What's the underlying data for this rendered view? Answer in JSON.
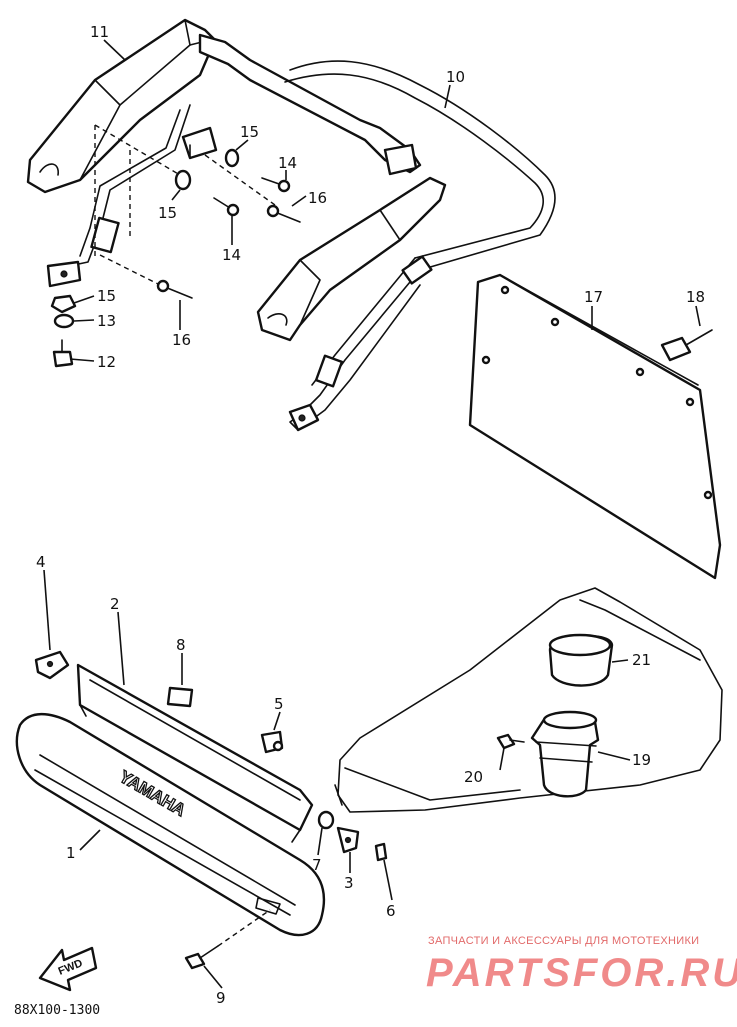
{
  "callouts": {
    "c1": "1",
    "c2": "2",
    "c3": "3",
    "c4": "4",
    "c5": "5",
    "c6": "6",
    "c7": "7",
    "c8": "8",
    "c9": "9",
    "c10": "10",
    "c11": "11",
    "c12": "12",
    "c13": "13",
    "c14a": "14",
    "c14b": "14",
    "c15a": "15",
    "c15b": "15",
    "c15c": "15",
    "c16a": "16",
    "c16b": "16",
    "c17": "17",
    "c18": "18",
    "c19": "19",
    "c20": "20",
    "c21": "21"
  },
  "diagram_code": "88X100-1300",
  "brand_text": "YAMAHA",
  "fwd_label": "FWD",
  "watermark": {
    "top": "ЗАПЧАСТИ И АКСЕССУАРЫ ДЛЯ МОТОТЕХНИКИ",
    "main": "PARTSFOR.RU"
  },
  "colors": {
    "watermark": "#f08a8a",
    "line": "#111111"
  }
}
